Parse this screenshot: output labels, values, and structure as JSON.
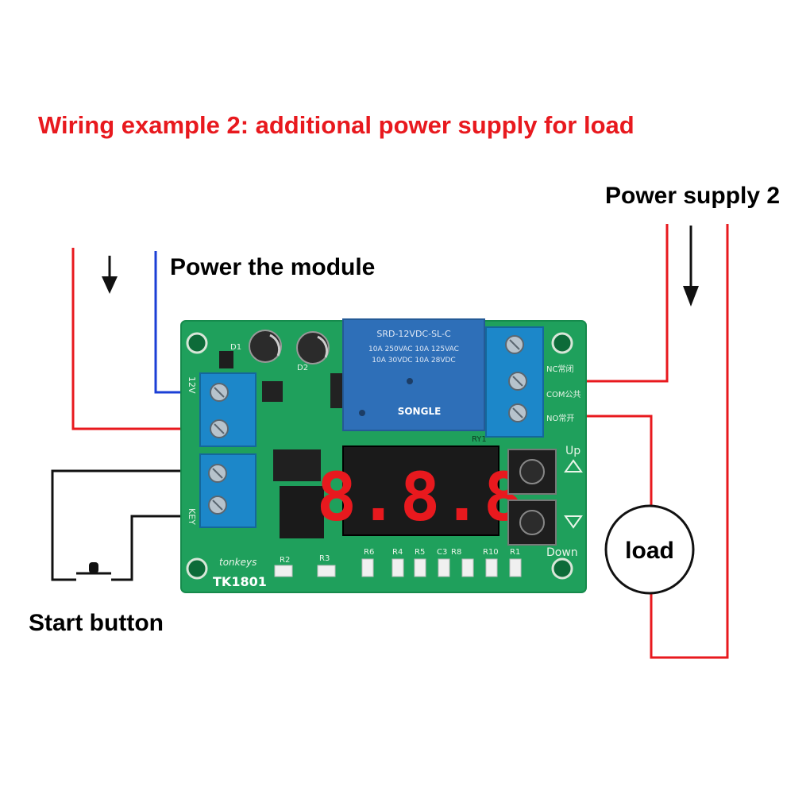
{
  "title": "Wiring example 2: additional power supply for load",
  "labels": {
    "power_module": "Power the module",
    "power_supply_2": "Power supply 2",
    "start_button": "Start button",
    "load": "load"
  },
  "board": {
    "model": "TK1801",
    "brand": "tonkeys",
    "up": "Up",
    "down": "Down",
    "display": "8.8.8",
    "terminal_left_top": "12V",
    "terminal_left_bottom": "KEY",
    "terminal_nc": "NC常闭",
    "terminal_com": "COM公共",
    "terminal_no": "NO常开",
    "relay": {
      "model": "SRD-12VDC-SL-C",
      "line1": "10A 250VAC  10A 125VAC",
      "line2": "10A 30VDC  10A 28VDC",
      "brand": "SONGLE",
      "ref": "RY1"
    },
    "refs": [
      "R6",
      "R4",
      "R5",
      "C3",
      "R8",
      "R10",
      "R1",
      "R2",
      "R3",
      "D1",
      "D2"
    ]
  },
  "colors": {
    "title": "#e8191e",
    "wire_red": "#e8191e",
    "wire_blue": "#1b3fd6",
    "wire_black": "#111111",
    "board": "#1fa05c",
    "terminal": "#1c87c9",
    "relay": "#2e6fb8",
    "display_bg": "#1a1a1a",
    "digit": "#e8191e"
  }
}
